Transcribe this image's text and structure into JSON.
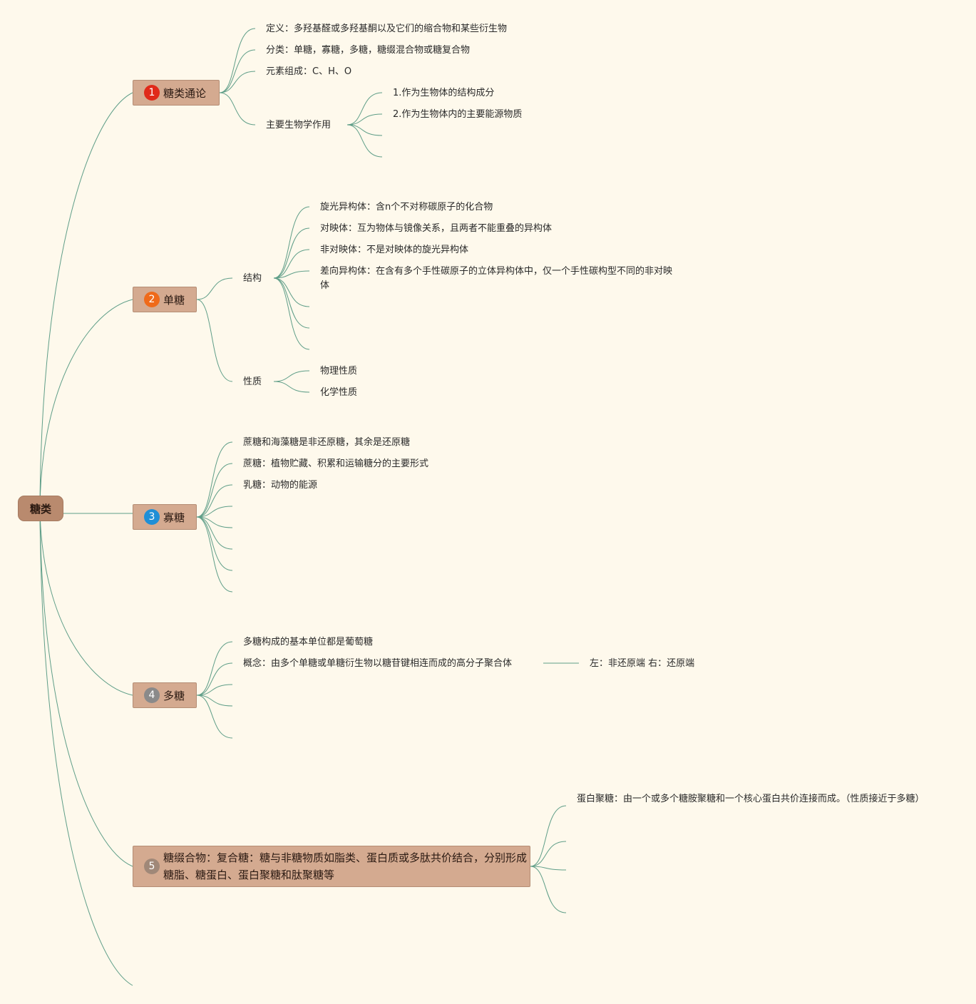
{
  "root": {
    "label": "糖类"
  },
  "colors": {
    "background": "#fef9ec",
    "line": "#5f9e88",
    "root_fill": "#b98a6e",
    "branch_fill": "#d4aa90",
    "badge_1": "#e02a1a",
    "badge_2": "#ef6a1a",
    "badge_3": "#1f8fd6",
    "badge_4": "#8a8a8a",
    "badge_5": "#a08878"
  },
  "branches": [
    {
      "num": "1",
      "label": "糖类通论",
      "children": [
        "定义：多羟基醛或多羟基酮以及它们的缩合物和某些衍生物",
        "分类：单糖，寡糖，多糖，糖缀混合物或糖复合物",
        "元素组成：C、H、O",
        "主要生物学作用"
      ],
      "roles": [
        "1.作为生物体的结构成分",
        "2.作为生物体内的主要能源物质"
      ]
    },
    {
      "num": "2",
      "label": "单糖",
      "structure": "结构",
      "structure_items": [
        "旋光异构体：含n个不对称碳原子的化合物",
        "对映体：互为物体与镜像关系，且两者不能重叠的异构体",
        "非对映体：不是对映体的旋光异构体",
        "差向异构体：在含有多个手性碳原子的立体异构体中，仅一个手性碳构型不同的非对映体"
      ],
      "property": "性质",
      "property_items": [
        "物理性质",
        "化学性质"
      ]
    },
    {
      "num": "3",
      "label": "寡糖",
      "children": [
        "蔗糖和海藻糖是非还原糖，其余是还原糖",
        "蔗糖：植物贮藏、积累和运输糖分的主要形式",
        "乳糖：动物的能源"
      ]
    },
    {
      "num": "4",
      "label": "多糖",
      "children": [
        "多糖构成的基本单位都是葡萄糖",
        "概念：由多个单糖或单糖衍生物以糖苷键相连而成的高分子聚合体"
      ],
      "concept_note": "左：非还原端 右：还原端"
    },
    {
      "num": "5",
      "label": "糖缀合物：复合糖：糖与非糖物质如脂类、蛋白质或多肽共价结合，分别形成糖脂、糖蛋白、蛋白聚糖和肽聚糖等",
      "children": [
        "蛋白聚糖：由一个或多个糖胺聚糖和一个核心蛋白共价连接而成。（性质接近于多糖）"
      ]
    }
  ]
}
